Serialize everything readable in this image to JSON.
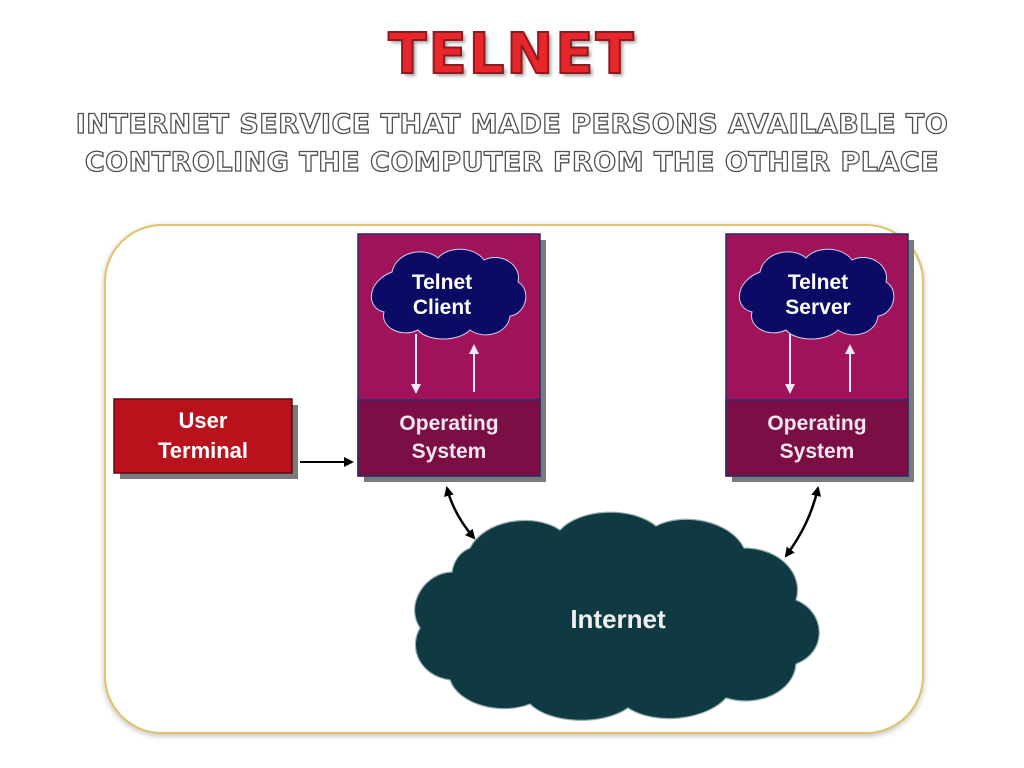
{
  "slide": {
    "title": "TELNET",
    "subtitle_line1": "INTERNET SERVICE THAT MADE PERSONS AVAILABLE TO",
    "subtitle_line2": "CONTROLING THE COMPUTER FROM THE OTHER PLACE"
  },
  "diagram": {
    "user_terminal": {
      "line1": "User",
      "line2": "Terminal"
    },
    "client_host": {
      "app_line1": "Telnet",
      "app_line2": "Client",
      "os_line1": "Operating",
      "os_line2": "System"
    },
    "server_host": {
      "app_line1": "Telnet",
      "app_line2": "Server",
      "os_line1": "Operating",
      "os_line2": "System"
    },
    "network": {
      "label": "Internet"
    }
  },
  "colors": {
    "title_red": "#e8262b",
    "host_magenta": "#a0135a",
    "os_maroon": "#7b0f45",
    "cloud_navy": "#0b0b66",
    "internet_teal": "#0f3a42",
    "terminal_red": "#b8121d"
  }
}
